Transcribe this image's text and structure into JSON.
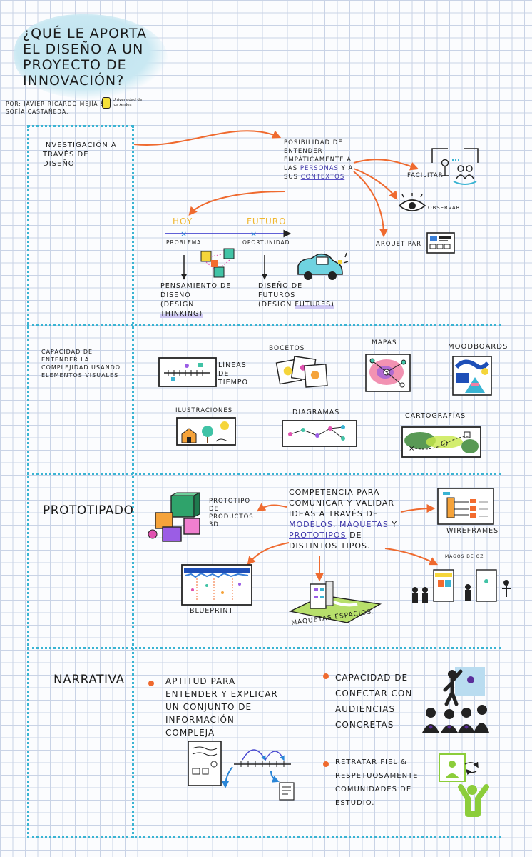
{
  "title": "¿Qué le aporta el diseño a un proyecto de innovación?",
  "authors": "Por: Javier Ricardo Mejía & Sofía Castañeda.",
  "university": "Universidad de los Andes",
  "colors": {
    "accent_orange": "#ef6a2f",
    "dotted_blue": "#3ab4d3",
    "title_blob": "#c9e8f2",
    "hov_yellow": "#f0b72f"
  },
  "sections": {
    "investigacion": {
      "heading": "Investigación a través de diseño",
      "main_text_a": "Posibilidad de entender empáticamente a las",
      "main_text_personas": "personas",
      "main_text_b": "y a sus",
      "main_text_contextos": "contextos",
      "facilitar": "Facilitar",
      "observar": "Observar",
      "arquetipar": "Arquetipar",
      "hoy": "HOY",
      "futuro": "FUTURO",
      "problema": "Problema",
      "oportunidad": "Oportunidad",
      "pensamiento": "Pensamiento de diseño",
      "design_thinking_a": "(Design",
      "design_thinking_b": "Thinking)",
      "diseno_futuros": "Diseño de futuros",
      "design_futures_a": "(Design",
      "design_futures_b": "Futures)"
    },
    "capacidad": {
      "heading": "Capacidad de entender la complejidad usando elementos visuales",
      "lineas": "Líneas de tiempo",
      "bocetos": "Bocetos",
      "mapas": "Mapas",
      "moodboards": "Moodboards",
      "ilustraciones": "Ilustraciones",
      "diagramas": "Diagramas",
      "cartografias": "Cartografías"
    },
    "prototipado": {
      "heading": "Prototipado",
      "main_a": "Competencia para comunicar y validar ideas a través de",
      "modelos": "modelos,",
      "maquetas": "maquetas",
      "y": "y",
      "prototipos": "prototipos",
      "main_b": "de distintos tipos.",
      "productos": "Prototipo de productos 3D",
      "wireframes": "Wireframes",
      "blueprint": "Blueprint",
      "magos": "Magos de Oz",
      "maquetas_espacios": "Maquetas espacios."
    },
    "narrativa": {
      "heading": "Narrativa",
      "b1": "Aptitud para entender y explicar un conjunto de información compleja",
      "b2": "Capacidad de conectar con audiencias concretas",
      "b3": "Retratar fiel & respetuosamente comunidades de estudio."
    }
  }
}
